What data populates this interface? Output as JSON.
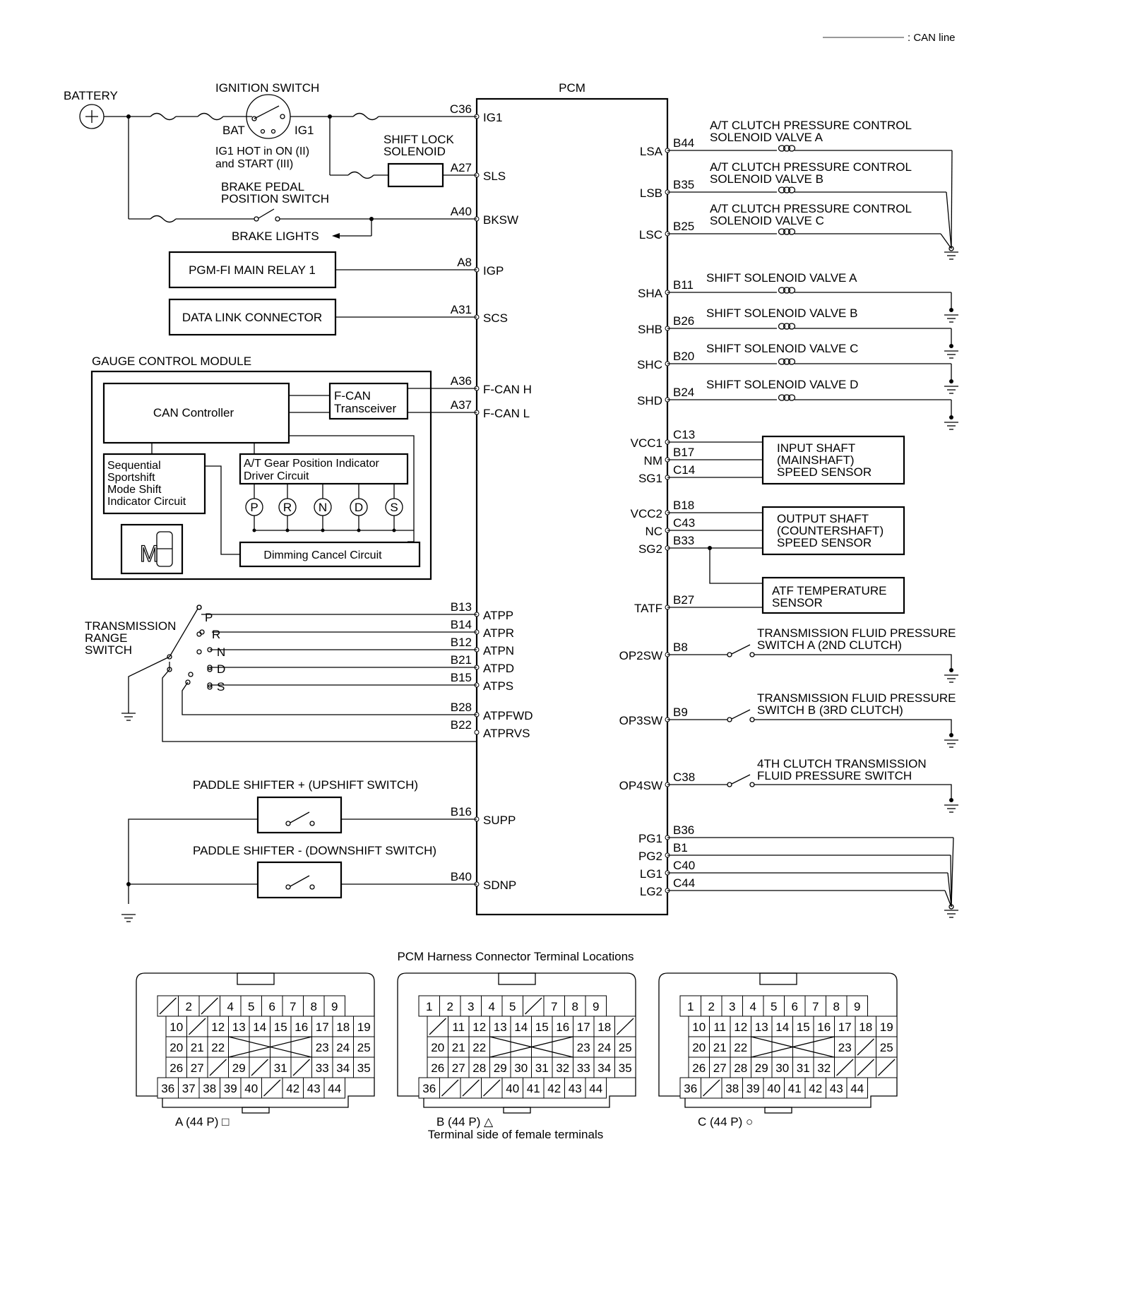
{
  "legend": {
    "can_line": ": CAN line"
  },
  "pcm": {
    "title": "PCM",
    "left_pins": [
      {
        "terminal": "C36",
        "name": "IG1"
      },
      {
        "terminal": "A27",
        "name": "SLS"
      },
      {
        "terminal": "A40",
        "name": "BKSW"
      },
      {
        "terminal": "A8",
        "name": "IGP"
      },
      {
        "terminal": "A31",
        "name": "SCS"
      },
      {
        "terminal": "A36",
        "name": "F-CAN H"
      },
      {
        "terminal": "A37",
        "name": "F-CAN L"
      },
      {
        "terminal": "B13",
        "name": "ATPP"
      },
      {
        "terminal": "B14",
        "name": "ATPR"
      },
      {
        "terminal": "B12",
        "name": "ATPN"
      },
      {
        "terminal": "B21",
        "name": "ATPD"
      },
      {
        "terminal": "B15",
        "name": "ATPS"
      },
      {
        "terminal": "B28",
        "name": "ATPFWD"
      },
      {
        "terminal": "B22",
        "name": "ATPRVS"
      },
      {
        "terminal": "B16",
        "name": "SUPP"
      },
      {
        "terminal": "B40",
        "name": "SDNP"
      }
    ],
    "right_pins": [
      {
        "terminal": "B44",
        "name": "LSA"
      },
      {
        "terminal": "B35",
        "name": "LSB"
      },
      {
        "terminal": "B25",
        "name": "LSC"
      },
      {
        "terminal": "B11",
        "name": "SHA"
      },
      {
        "terminal": "B26",
        "name": "SHB"
      },
      {
        "terminal": "B20",
        "name": "SHC"
      },
      {
        "terminal": "B24",
        "name": "SHD"
      },
      {
        "terminal": "C13",
        "name": "VCC1"
      },
      {
        "terminal": "B17",
        "name": "NM"
      },
      {
        "terminal": "C14",
        "name": "SG1"
      },
      {
        "terminal": "B18",
        "name": "VCC2"
      },
      {
        "terminal": "C43",
        "name": "NC"
      },
      {
        "terminal": "B33",
        "name": "SG2"
      },
      {
        "terminal": "B27",
        "name": "TATF"
      },
      {
        "terminal": "B8",
        "name": "OP2SW"
      },
      {
        "terminal": "B9",
        "name": "OP3SW"
      },
      {
        "terminal": "C38",
        "name": "OP4SW"
      },
      {
        "terminal": "B36",
        "name": "PG1"
      },
      {
        "terminal": "B1",
        "name": "PG2"
      },
      {
        "terminal": "C40",
        "name": "LG1"
      },
      {
        "terminal": "C44",
        "name": "LG2"
      }
    ]
  },
  "left_components": {
    "battery": "BATTERY",
    "ignition_switch": "IGNITION SWITCH",
    "bat": "BAT",
    "ig1": "IG1",
    "ig1_hot_1": "IG1 HOT in ON (II)",
    "ig1_hot_2": "and START (III)",
    "shift_lock_1": "SHIFT LOCK",
    "shift_lock_2": "SOLENOID",
    "brake_switch_1": "BRAKE PEDAL",
    "brake_switch_2": "POSITION SWITCH",
    "brake_lights": "BRAKE LIGHTS",
    "pgm_fi_relay": "PGM-FI MAIN RELAY 1",
    "dlc": "DATA LINK CONNECTOR",
    "gauge_module": "GAUGE CONTROL MODULE",
    "can_controller": "CAN Controller",
    "fcan_transceiver_1": "F-CAN",
    "fcan_transceiver_2": "Transceiver",
    "sequential_1": "Sequential",
    "sequential_2": "Sportshift",
    "sequential_3": "Mode Shift",
    "sequential_4": "Indicator Circuit",
    "at_gear_1": "A/T Gear Position Indicator",
    "at_gear_2": "Driver Circuit",
    "gear_letters": [
      "P",
      "R",
      "N",
      "D",
      "S"
    ],
    "display_m": "M",
    "dimming": "Dimming Cancel Circuit",
    "trs_1": "TRANSMISSION",
    "trs_2": "RANGE",
    "trs_3": "SWITCH",
    "trs_positions": [
      "P",
      "R",
      "N",
      "D",
      "S"
    ],
    "paddle_up": "PADDLE SHIFTER + (UPSHIFT SWITCH)",
    "paddle_down": "PADDLE SHIFTER - (DOWNSHIFT SWITCH)"
  },
  "right_components": {
    "lsa_1": "A/T CLUTCH PRESSURE CONTROL",
    "lsa_2": "SOLENOID VALVE A",
    "lsb_1": "A/T CLUTCH PRESSURE CONTROL",
    "lsb_2": "SOLENOID VALVE B",
    "lsc_1": "A/T CLUTCH PRESSURE CONTROL",
    "lsc_2": "SOLENOID VALVE C",
    "sha": "SHIFT SOLENOID VALVE A",
    "shb": "SHIFT SOLENOID VALVE B",
    "shc": "SHIFT SOLENOID VALVE C",
    "shd": "SHIFT SOLENOID VALVE D",
    "input_1": "INPUT SHAFT",
    "input_2": "(MAINSHAFT)",
    "input_3": "SPEED SENSOR",
    "output_1": "OUTPUT SHAFT",
    "output_2": "(COUNTERSHAFT)",
    "output_3": "SPEED SENSOR",
    "atf_1": "ATF TEMPERATURE",
    "atf_2": "SENSOR",
    "op2_1": "TRANSMISSION FLUID PRESSURE",
    "op2_2": "SWITCH A (2ND CLUTCH)",
    "op3_1": "TRANSMISSION FLUID PRESSURE",
    "op3_2": "SWITCH B (3RD CLUTCH)",
    "op4_1": "4TH CLUTCH TRANSMISSION",
    "op4_2": "FLUID PRESSURE SWITCH"
  },
  "connectors": {
    "title": "PCM Harness Connector Terminal Locations",
    "footer": "Terminal side of female terminals",
    "items": [
      {
        "label": "A (44 P) □",
        "rows": [
          [
            "/",
            "2",
            "/",
            "4",
            "5",
            "6",
            "7",
            "8",
            "9"
          ],
          [
            "10",
            "/",
            "12",
            "13",
            "14",
            "15",
            "16",
            "17",
            "18",
            "19"
          ],
          [
            "20",
            "21",
            "22",
            "",
            "",
            "",
            "",
            "23",
            "24",
            "25"
          ],
          [
            "26",
            "27",
            "/",
            "29",
            "/",
            "31",
            "/",
            "33",
            "34",
            "35"
          ],
          [
            "36",
            "37",
            "38",
            "39",
            "40",
            "/",
            "42",
            "43",
            "44"
          ]
        ]
      },
      {
        "label": "B (44 P) △",
        "rows": [
          [
            "1",
            "2",
            "3",
            "4",
            "5",
            "/",
            "7",
            "8",
            "9"
          ],
          [
            "/",
            "11",
            "12",
            "13",
            "14",
            "15",
            "16",
            "17",
            "18",
            "/"
          ],
          [
            "20",
            "21",
            "22",
            "",
            "",
            "",
            "",
            "23",
            "24",
            "25"
          ],
          [
            "26",
            "27",
            "28",
            "29",
            "30",
            "31",
            "32",
            "33",
            "34",
            "35"
          ],
          [
            "36",
            "/",
            "/",
            "/",
            "40",
            "41",
            "42",
            "43",
            "44"
          ]
        ]
      },
      {
        "label": "C (44 P) ○",
        "rows": [
          [
            "1",
            "2",
            "3",
            "4",
            "5",
            "6",
            "7",
            "8",
            "9"
          ],
          [
            "10",
            "11",
            "12",
            "13",
            "14",
            "15",
            "16",
            "17",
            "18",
            "19"
          ],
          [
            "20",
            "21",
            "22",
            "",
            "",
            "",
            "",
            "23",
            "/",
            "25"
          ],
          [
            "26",
            "27",
            "28",
            "29",
            "30",
            "31",
            "32",
            "/",
            "/",
            "/"
          ],
          [
            "36",
            "/",
            "38",
            "39",
            "40",
            "41",
            "42",
            "43",
            "44"
          ]
        ]
      }
    ]
  }
}
